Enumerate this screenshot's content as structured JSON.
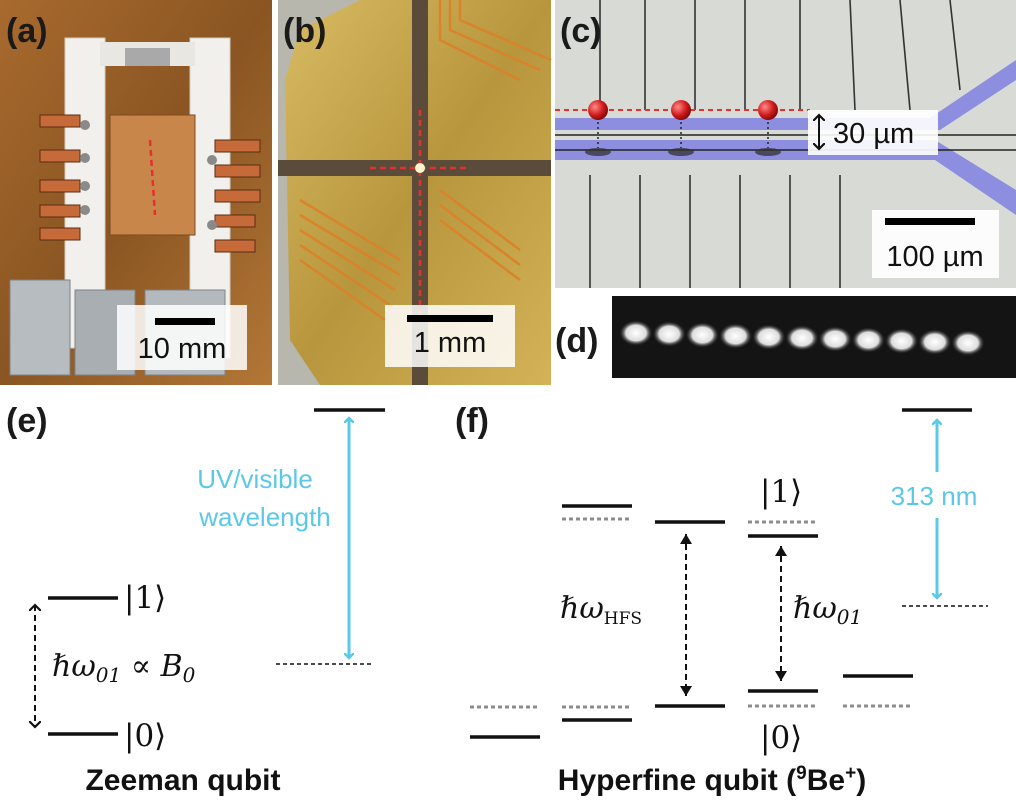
{
  "panels": {
    "a": {
      "label": "(a)",
      "scalebar": "10 mm"
    },
    "b": {
      "label": "(b)",
      "scalebar": "1 mm"
    },
    "c": {
      "label": "(c)",
      "spacing": "30 µm",
      "scalebar": "100 µm"
    },
    "d": {
      "label": "(d)",
      "ion_count": 11
    },
    "e": {
      "label": "(e)",
      "ket1": "|1⟩",
      "ket0": "|0⟩",
      "transition_line1": "UV/visible",
      "transition_line2": "wavelength",
      "splitting_symbol": "ℏω",
      "splitting_sub": "01",
      "splitting_rel": " ∝ B",
      "splitting_rel_sub": "0",
      "title": "Zeeman qubit"
    },
    "f": {
      "label": "(f)",
      "ket1": "|1⟩",
      "ket0": "|0⟩",
      "hfs_symbol": "ℏω",
      "hfs_sub": "HFS",
      "q_symbol": "ℏω",
      "q_sub": "01",
      "wavelength": "313 nm",
      "title_prefix": "Hyperfine qubit (",
      "title_sup_mass": "9",
      "title_element": "Be",
      "title_sup_charge": "+",
      "title_suffix": ")"
    }
  },
  "colors": {
    "cyan": "#5bc8e8",
    "ion_red": "#cc1f1f",
    "trap_blue": "#7777dd",
    "gold": "#c9a84a"
  }
}
